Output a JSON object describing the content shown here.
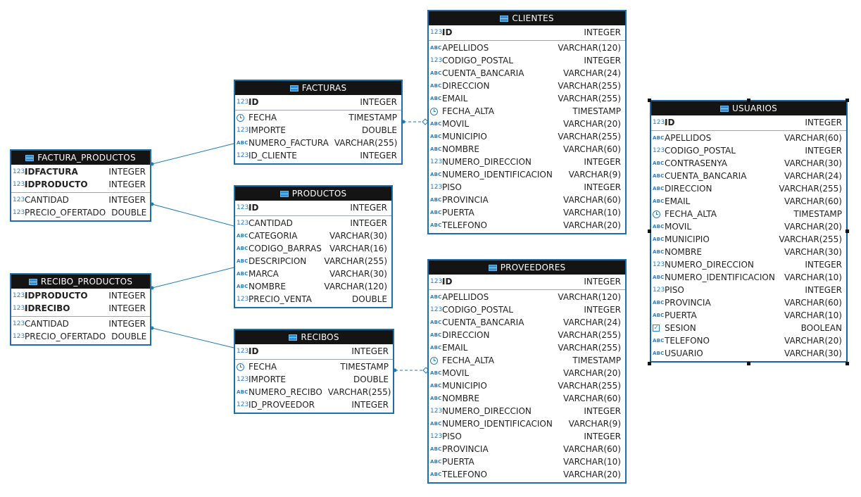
{
  "colors": {
    "header_bg": "#141414",
    "border": "#1e6fa8",
    "icon": "#2a7fc6",
    "link": "#1e7db5"
  },
  "tables": [
    {
      "id": "factura_productos",
      "title": "FACTURA_PRODUCTOS",
      "keys": [
        {
          "name": "IDFACTURA",
          "type": "INTEGER",
          "icon": "key"
        },
        {
          "name": "IDPRODUCTO",
          "type": "INTEGER",
          "icon": "key"
        }
      ],
      "cols": [
        {
          "name": "CANTIDAD",
          "type": "INTEGER",
          "icon": "num"
        },
        {
          "name": "PRECIO_OFERTADO",
          "type": "DOUBLE",
          "icon": "num"
        }
      ]
    },
    {
      "id": "recibo_productos",
      "title": "RECIBO_PRODUCTOS",
      "keys": [
        {
          "name": "IDPRODUCTO",
          "type": "INTEGER",
          "icon": "key"
        },
        {
          "name": "IDRECIBO",
          "type": "INTEGER",
          "icon": "key"
        }
      ],
      "cols": [
        {
          "name": "CANTIDAD",
          "type": "INTEGER",
          "icon": "num"
        },
        {
          "name": "PRECIO_OFERTADO",
          "type": "DOUBLE",
          "icon": "num"
        }
      ]
    },
    {
      "id": "facturas",
      "title": "FACTURAS",
      "keys": [
        {
          "name": "ID",
          "type": "INTEGER",
          "icon": "key"
        }
      ],
      "cols": [
        {
          "name": "FECHA",
          "type": "TIMESTAMP",
          "icon": "clock"
        },
        {
          "name": "IMPORTE",
          "type": "DOUBLE",
          "icon": "num"
        },
        {
          "name": "NUMERO_FACTURA",
          "type": "VARCHAR(255)",
          "icon": "abc"
        },
        {
          "name": "ID_CLIENTE",
          "type": "INTEGER",
          "icon": "num"
        }
      ]
    },
    {
      "id": "productos",
      "title": "PRODUCTOS",
      "keys": [
        {
          "name": "ID",
          "type": "INTEGER",
          "icon": "key"
        }
      ],
      "cols": [
        {
          "name": "CANTIDAD",
          "type": "INTEGER",
          "icon": "num"
        },
        {
          "name": "CATEGORIA",
          "type": "VARCHAR(30)",
          "icon": "abc"
        },
        {
          "name": "CODIGO_BARRAS",
          "type": "VARCHAR(16)",
          "icon": "abc"
        },
        {
          "name": "DESCRIPCION",
          "type": "VARCHAR(255)",
          "icon": "abc"
        },
        {
          "name": "MARCA",
          "type": "VARCHAR(30)",
          "icon": "abc"
        },
        {
          "name": "NOMBRE",
          "type": "VARCHAR(120)",
          "icon": "abc"
        },
        {
          "name": "PRECIO_VENTA",
          "type": "DOUBLE",
          "icon": "num"
        }
      ]
    },
    {
      "id": "recibos",
      "title": "RECIBOS",
      "keys": [
        {
          "name": "ID",
          "type": "INTEGER",
          "icon": "key"
        }
      ],
      "cols": [
        {
          "name": "FECHA",
          "type": "TIMESTAMP",
          "icon": "clock"
        },
        {
          "name": "IMPORTE",
          "type": "DOUBLE",
          "icon": "num"
        },
        {
          "name": "NUMERO_RECIBO",
          "type": "VARCHAR(255)",
          "icon": "abc"
        },
        {
          "name": "ID_PROVEEDOR",
          "type": "INTEGER",
          "icon": "num"
        }
      ]
    },
    {
      "id": "clientes",
      "title": "CLIENTES",
      "keys": [
        {
          "name": "ID",
          "type": "INTEGER",
          "icon": "key"
        }
      ],
      "cols": [
        {
          "name": "APELLIDOS",
          "type": "VARCHAR(120)",
          "icon": "abc"
        },
        {
          "name": "CODIGO_POSTAL",
          "type": "INTEGER",
          "icon": "num"
        },
        {
          "name": "CUENTA_BANCARIA",
          "type": "VARCHAR(24)",
          "icon": "abc"
        },
        {
          "name": "DIRECCION",
          "type": "VARCHAR(255)",
          "icon": "abc"
        },
        {
          "name": "EMAIL",
          "type": "VARCHAR(255)",
          "icon": "abc"
        },
        {
          "name": "FECHA_ALTA",
          "type": "TIMESTAMP",
          "icon": "clock"
        },
        {
          "name": "MOVIL",
          "type": "VARCHAR(20)",
          "icon": "abc"
        },
        {
          "name": "MUNICIPIO",
          "type": "VARCHAR(255)",
          "icon": "abc"
        },
        {
          "name": "NOMBRE",
          "type": "VARCHAR(60)",
          "icon": "abc"
        },
        {
          "name": "NUMERO_DIRECCION",
          "type": "INTEGER",
          "icon": "num"
        },
        {
          "name": "NUMERO_IDENTIFICACION",
          "type": "VARCHAR(9)",
          "icon": "abc"
        },
        {
          "name": "PISO",
          "type": "INTEGER",
          "icon": "num"
        },
        {
          "name": "PROVINCIA",
          "type": "VARCHAR(60)",
          "icon": "abc"
        },
        {
          "name": "PUERTA",
          "type": "VARCHAR(10)",
          "icon": "abc"
        },
        {
          "name": "TELEFONO",
          "type": "VARCHAR(20)",
          "icon": "abc"
        }
      ]
    },
    {
      "id": "proveedores",
      "title": "PROVEEDORES",
      "keys": [
        {
          "name": "ID",
          "type": "INTEGER",
          "icon": "key"
        }
      ],
      "cols": [
        {
          "name": "APELLIDOS",
          "type": "VARCHAR(120)",
          "icon": "abc"
        },
        {
          "name": "CODIGO_POSTAL",
          "type": "INTEGER",
          "icon": "num"
        },
        {
          "name": "CUENTA_BANCARIA",
          "type": "VARCHAR(24)",
          "icon": "abc"
        },
        {
          "name": "DIRECCION",
          "type": "VARCHAR(255)",
          "icon": "abc"
        },
        {
          "name": "EMAIL",
          "type": "VARCHAR(255)",
          "icon": "abc"
        },
        {
          "name": "FECHA_ALTA",
          "type": "TIMESTAMP",
          "icon": "clock"
        },
        {
          "name": "MOVIL",
          "type": "VARCHAR(20)",
          "icon": "abc"
        },
        {
          "name": "MUNICIPIO",
          "type": "VARCHAR(255)",
          "icon": "abc"
        },
        {
          "name": "NOMBRE",
          "type": "VARCHAR(60)",
          "icon": "abc"
        },
        {
          "name": "NUMERO_DIRECCION",
          "type": "INTEGER",
          "icon": "num"
        },
        {
          "name": "NUMERO_IDENTIFICACION",
          "type": "VARCHAR(9)",
          "icon": "abc"
        },
        {
          "name": "PISO",
          "type": "INTEGER",
          "icon": "num"
        },
        {
          "name": "PROVINCIA",
          "type": "VARCHAR(60)",
          "icon": "abc"
        },
        {
          "name": "PUERTA",
          "type": "VARCHAR(10)",
          "icon": "abc"
        },
        {
          "name": "TELEFONO",
          "type": "VARCHAR(20)",
          "icon": "abc"
        }
      ]
    },
    {
      "id": "usuarios",
      "title": "USUARIOS",
      "selected": true,
      "keys": [
        {
          "name": "ID",
          "type": "INTEGER",
          "icon": "key"
        }
      ],
      "cols": [
        {
          "name": "APELLIDOS",
          "type": "VARCHAR(60)",
          "icon": "abc"
        },
        {
          "name": "CODIGO_POSTAL",
          "type": "INTEGER",
          "icon": "num"
        },
        {
          "name": "CONTRASENYA",
          "type": "VARCHAR(30)",
          "icon": "abc"
        },
        {
          "name": "CUENTA_BANCARIA",
          "type": "VARCHAR(24)",
          "icon": "abc"
        },
        {
          "name": "DIRECCION",
          "type": "VARCHAR(255)",
          "icon": "abc"
        },
        {
          "name": "EMAIL",
          "type": "VARCHAR(60)",
          "icon": "abc"
        },
        {
          "name": "FECHA_ALTA",
          "type": "TIMESTAMP",
          "icon": "clock"
        },
        {
          "name": "MOVIL",
          "type": "VARCHAR(20)",
          "icon": "abc"
        },
        {
          "name": "MUNICIPIO",
          "type": "VARCHAR(255)",
          "icon": "abc"
        },
        {
          "name": "NOMBRE",
          "type": "VARCHAR(30)",
          "icon": "abc"
        },
        {
          "name": "NUMERO_DIRECCION",
          "type": "INTEGER",
          "icon": "num"
        },
        {
          "name": "NUMERO_IDENTIFICACION",
          "type": "VARCHAR(10)",
          "icon": "abc"
        },
        {
          "name": "PISO",
          "type": "INTEGER",
          "icon": "num"
        },
        {
          "name": "PROVINCIA",
          "type": "VARCHAR(60)",
          "icon": "abc"
        },
        {
          "name": "PUERTA",
          "type": "VARCHAR(10)",
          "icon": "abc"
        },
        {
          "name": "SESION",
          "type": "BOOLEAN",
          "icon": "bool"
        },
        {
          "name": "TELEFONO",
          "type": "VARCHAR(20)",
          "icon": "abc"
        },
        {
          "name": "USUARIO",
          "type": "VARCHAR(30)",
          "icon": "abc"
        }
      ]
    }
  ],
  "relationships": [
    {
      "from": "factura_productos",
      "to": "facturas",
      "style": "solid"
    },
    {
      "from": "factura_productos",
      "to": "productos",
      "style": "solid"
    },
    {
      "from": "recibo_productos",
      "to": "productos",
      "style": "solid"
    },
    {
      "from": "recibo_productos",
      "to": "recibos",
      "style": "solid"
    },
    {
      "from": "facturas",
      "to": "clientes",
      "style": "dashed"
    },
    {
      "from": "recibos",
      "to": "proveedores",
      "style": "dashed"
    }
  ]
}
